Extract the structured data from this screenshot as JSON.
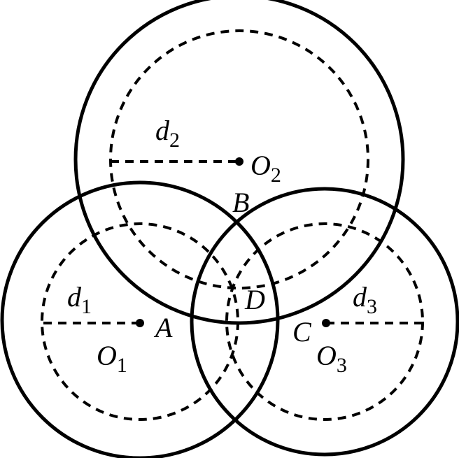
{
  "diagram": {
    "labels": {
      "d1": "d",
      "d1_sub": "1",
      "d2": "d",
      "d2_sub": "2",
      "d3": "d",
      "d3_sub": "3",
      "O1": "O",
      "O1_sub": "1",
      "O2": "O",
      "O2_sub": "2",
      "O3": "O",
      "O3_sub": "3",
      "A": "A",
      "B": "B",
      "C": "C",
      "D": "D"
    },
    "colors": {
      "stroke": "#000000",
      "background": "#ffffff"
    }
  }
}
